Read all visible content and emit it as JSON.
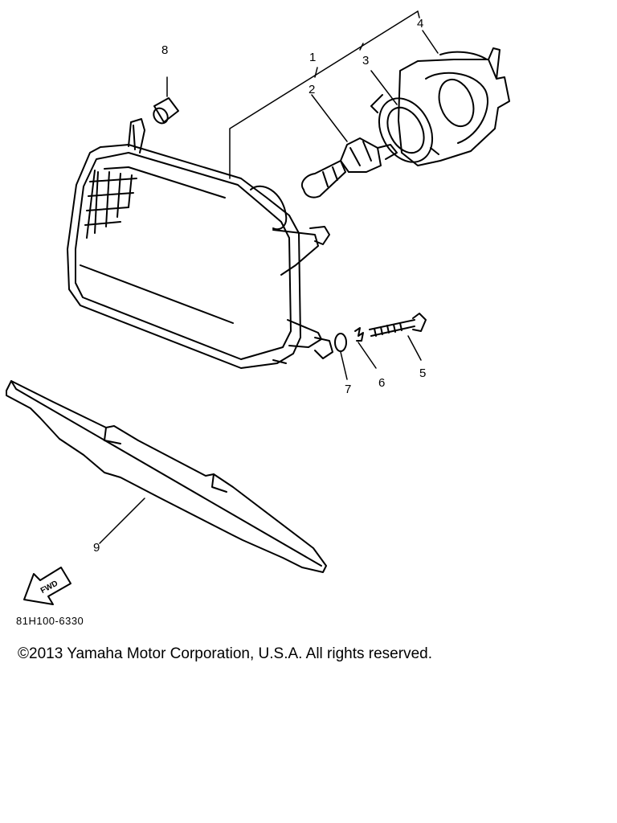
{
  "callouts": {
    "c1": "1",
    "c2": "2",
    "c3": "3",
    "c4": "4",
    "c5": "5",
    "c6": "6",
    "c7": "7",
    "c8": "8",
    "c9": "9"
  },
  "fwd_label": "FWD",
  "reference_code": "81H100-6330",
  "copyright": "©2013 Yamaha Motor Corporation, U.S.A. All rights reserved."
}
